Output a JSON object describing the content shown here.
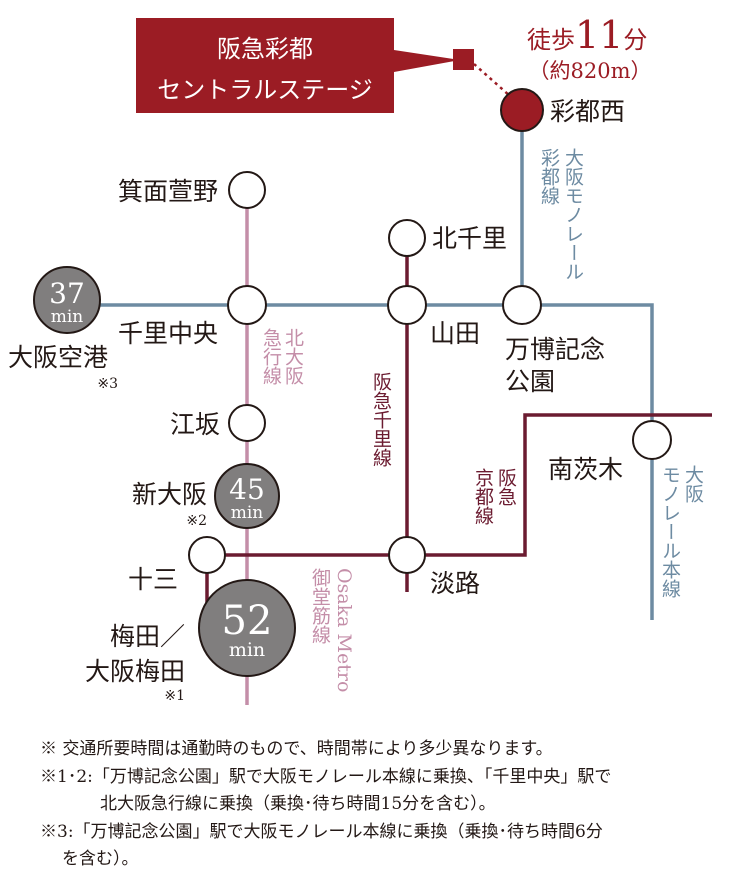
{
  "destination": {
    "line1": "阪急彩都",
    "line2": "セントラルステージ"
  },
  "walk": {
    "prefix": "徒歩",
    "minutes": "11",
    "suffix": "分",
    "distance": "（約820m）"
  },
  "stations": {
    "saito_nishi": "彩都西",
    "minoh_kayano": "箕面萱野",
    "kita_senri": "北千里",
    "senri_chuo": "千里中央",
    "yamada": "山田",
    "banpaku": [
      "万博記念",
      "公園"
    ],
    "osaka_airport": "大阪空港",
    "esaka": "江坂",
    "shin_osaka": "新大阪",
    "juso": "十三",
    "awaji": "淡路",
    "minami_ibaraki": "南茨木",
    "umeda": [
      "梅田／",
      "大阪梅田"
    ]
  },
  "marks": {
    "airport": "※3",
    "shin_osaka": "※2",
    "umeda": "※1"
  },
  "times": {
    "airport": {
      "value": "37",
      "unit": "min"
    },
    "shin_osaka": {
      "value": "45",
      "unit": "min"
    },
    "umeda": {
      "value": "52",
      "unit": "min"
    }
  },
  "lines": {
    "monorail_saito": [
      "大阪モノレール",
      "彩都線"
    ],
    "kita_osaka": [
      "北大阪",
      "急行線"
    ],
    "hankyu_senri": "阪急千里線",
    "hankyu_kyoto": [
      "阪急",
      "京都線"
    ],
    "monorail_main": [
      "大阪",
      "モノレール本線"
    ],
    "midosuji": [
      "Osaka Metro",
      "御堂筋線"
    ]
  },
  "colors": {
    "brand": "#9b1c24",
    "monorail": "#6d8ba2",
    "kita_osaka": "#c48ea8",
    "hankyu": "#6b1b30",
    "time_circle": "#807e7e"
  },
  "notes": [
    "※ 交通所要時間は通勤時のもので、時間帯により多少異なります。",
    "※1･2:「万博記念公園」駅で大阪モノレール本線に乗換、「千里中央」駅で",
    "北大阪急行線に乗換（乗換･待ち時間15分を含む）。",
    "※3:「万博記念公園」駅で大阪モノレール本線に乗換（乗換･待ち時間6分",
    "を含む）。"
  ]
}
